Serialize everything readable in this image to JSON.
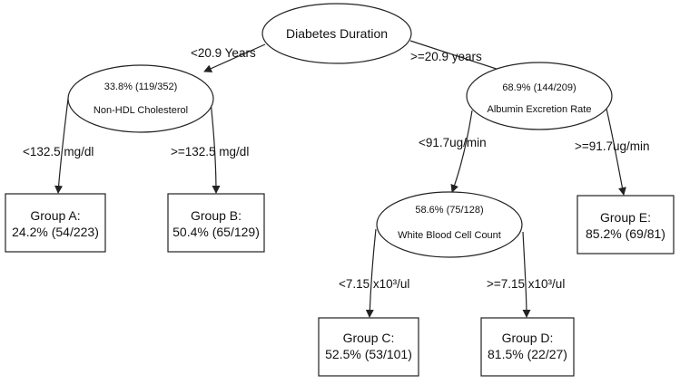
{
  "tree": {
    "root": {
      "label": "Diabetes Duration",
      "left_edge": "<20.9 Years",
      "right_edge": ">=20.9 years"
    },
    "cholesterol_node": {
      "stat": "33.8% (119/352)",
      "label": "Non-HDL Cholesterol",
      "left_edge": "<132.5 mg/dl",
      "right_edge": ">=132.5 mg/dl"
    },
    "albumin_node": {
      "stat": "68.9% (144/209)",
      "label": "Albumin Excretion Rate",
      "left_edge": "<91.7ug/min",
      "right_edge": ">=91.7ug/min"
    },
    "wbc_node": {
      "stat": "58.6% (75/128)",
      "label": "White Blood Cell Count",
      "left_edge": "<7.15 x10³/ul",
      "right_edge": ">=7.15 x10³/ul"
    },
    "group_a": {
      "title": "Group A:",
      "value": "24.2% (54/223)"
    },
    "group_b": {
      "title": "Group B:",
      "value": "50.4% (65/129)"
    },
    "group_c": {
      "title": "Group C:",
      "value": "52.5% (53/101)"
    },
    "group_d": {
      "title": "Group D:",
      "value": "81.5% (22/27)"
    },
    "group_e": {
      "title": "Group E:",
      "value": "85.2% (69/81)"
    }
  }
}
